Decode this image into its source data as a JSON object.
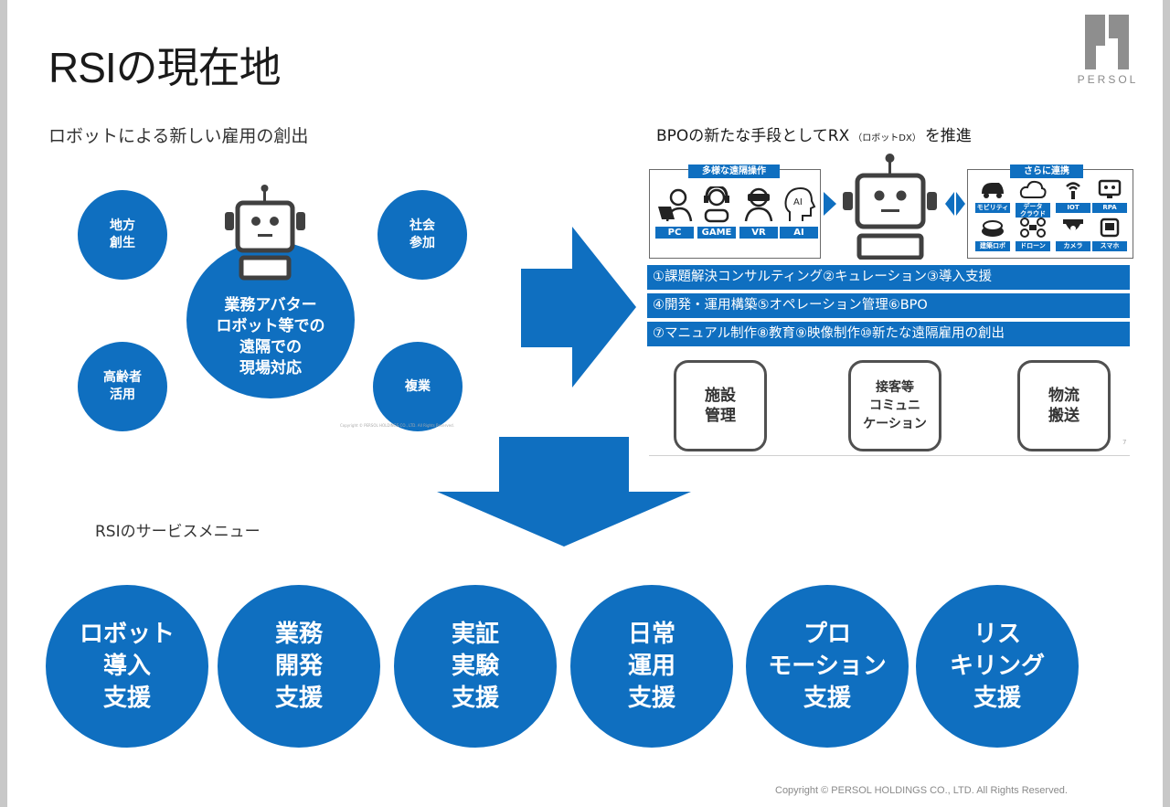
{
  "slide": {
    "title": "RSIの現在地",
    "logo_text": "PERSOL",
    "copyright": "Copyright © PERSOL HOLDINGS CO., LTD. All Rights Reserved.",
    "inner_copyright": "Copyright © PERSOL HOLDINGS CO., LTD. All Rights Reserved."
  },
  "left": {
    "subtitle": "ロボットによる新しい雇用の創出",
    "center_circle": "業務アバター\nロボット等での\n遠隔での\n現場対応",
    "small_circles": [
      "地方\n創生",
      "社会\n参加",
      "高齢者\n活用",
      "複業"
    ]
  },
  "right": {
    "heading_main": "BPOの新たな手段としてRX",
    "heading_paren": "（ロボットDX）",
    "heading_end": "を推進",
    "left_panel": {
      "tag": "多様な遠隔操作",
      "items": [
        "PC",
        "GAME",
        "VR",
        "AI"
      ]
    },
    "right_panel": {
      "tag": "さらに連携",
      "row1": [
        "モビリティ",
        "データ\nクラウド",
        "IOT",
        "RPA"
      ],
      "row2": [
        "建築ロボ",
        "ドローン",
        "カメラ",
        "スマホ"
      ]
    },
    "bands": [
      "①課題解決コンサルティング②キュレーション③導入支援",
      "④開発・運用構築⑤オペレーション管理⑥BPO",
      "⑦マニュアル制作⑧教育⑨映像制作⑩新たな遠隔雇用の創出"
    ],
    "boxes": [
      "施設\n管理",
      "接客等\nコミュニ\nケーション",
      "物流\n搬送"
    ],
    "page_mark": "7"
  },
  "services": {
    "label": "RSIのサービスメニュー",
    "items": [
      "ロボット\n導入\n支援",
      "業務\n開発\n支援",
      "実証\n実験\n支援",
      "日常\n運用\n支援",
      "プロ\nモーション\n支援",
      "リス\nキリング\n支援"
    ]
  },
  "colors": {
    "accent": "#0f6fc0",
    "dark_gray": "#505050",
    "logo_gray": "#8a8a8a"
  }
}
